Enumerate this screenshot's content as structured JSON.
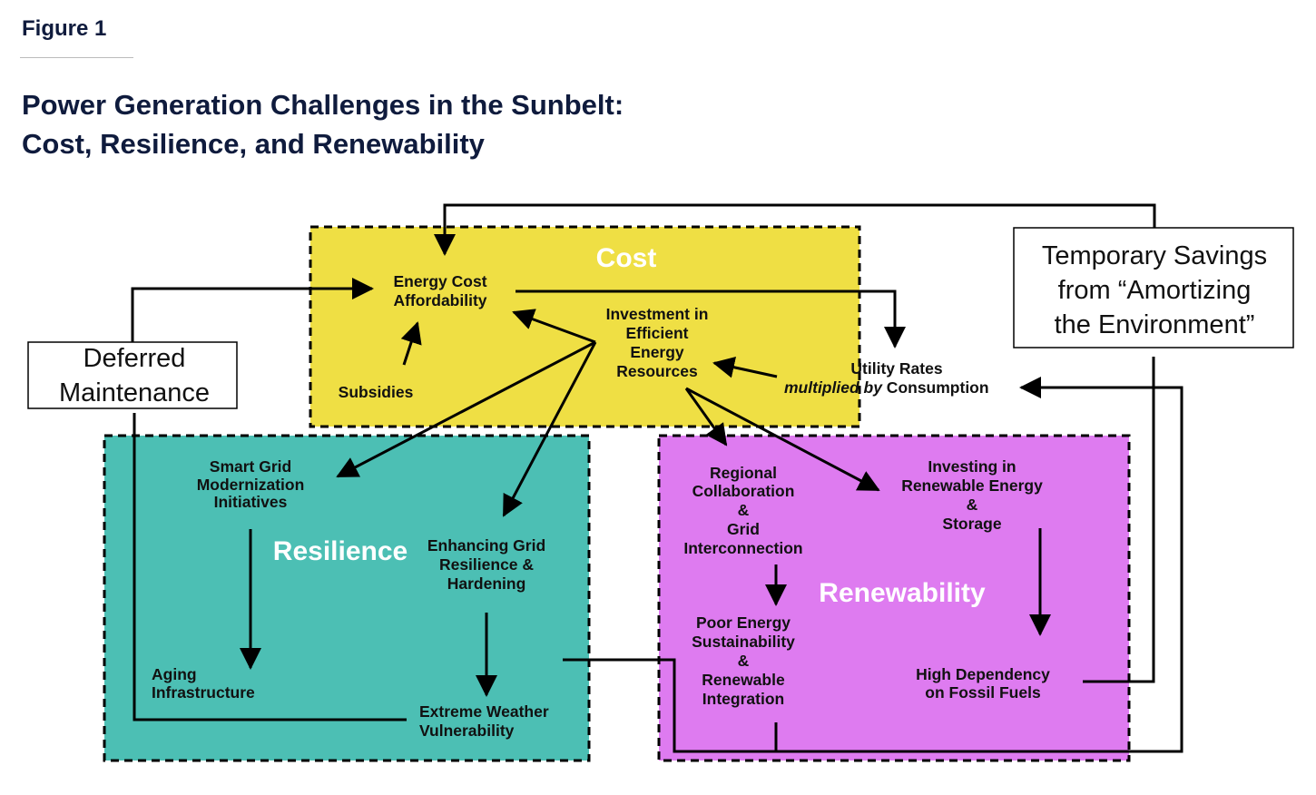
{
  "figure_label": "Figure 1",
  "title_line1": "Power Generation Challenges in the Sunbelt:",
  "title_line2": "Cost, Resilience, and Renewability",
  "colors": {
    "cost": "#EFDF44",
    "resilience": "#4CBFB4",
    "renewability": "#DE7BF0",
    "title": "#0f1b3d"
  },
  "groups": {
    "cost": "Cost",
    "resilience": "Resilience",
    "renewability": "Renewability"
  },
  "nodes": {
    "energy_cost": [
      "Energy Cost",
      "Affordability"
    ],
    "subsidies": "Subsidies",
    "investment_efficient": [
      "Investment in",
      "Efficient",
      "Energy",
      "Resources"
    ],
    "utility_rates": {
      "line1": "Utility Rates",
      "italic": "multiplied by",
      "rest": " Consumption"
    },
    "smart_grid": [
      "Smart Grid",
      "Modernization",
      "Initiatives"
    ],
    "enhancing_grid": [
      "Enhancing Grid",
      "Resilience &",
      "Hardening"
    ],
    "aging": [
      "Aging",
      "Infrastructure"
    ],
    "extreme_weather": [
      "Extreme Weather",
      "Vulnerability"
    ],
    "regional": [
      "Regional",
      "Collaboration",
      "&",
      "Grid",
      "Interconnection"
    ],
    "investing_renewable": [
      "Investing in",
      "Renewable Energy",
      "&",
      "Storage"
    ],
    "poor_energy": [
      "Poor Energy",
      "Sustainability",
      "&",
      "Renewable",
      "Integration"
    ],
    "high_dependency": [
      "High Dependency",
      "on Fossil Fuels"
    ],
    "deferred": [
      "Deferred",
      "Maintenance"
    ],
    "temporary": [
      "Temporary Savings",
      "from “Amortizing",
      "the Environment”"
    ]
  }
}
